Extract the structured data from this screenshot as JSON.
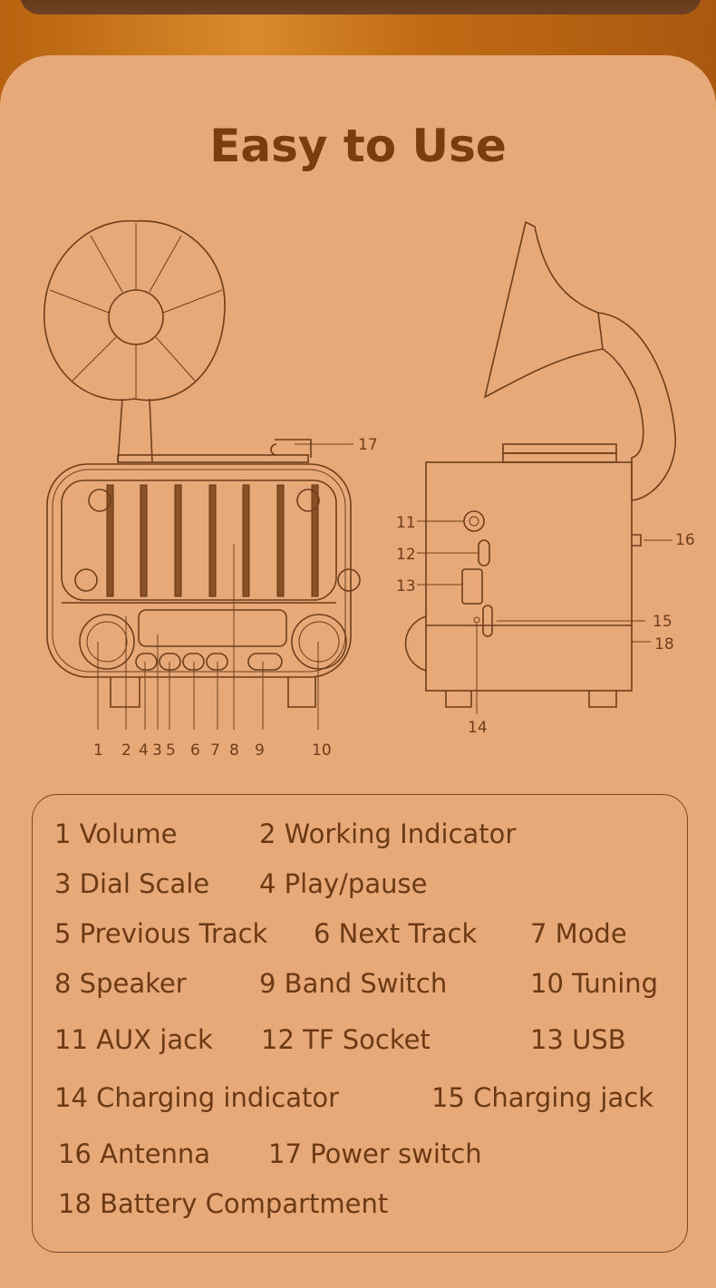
{
  "title": "Easy to Use",
  "callouts": {
    "c1": "1",
    "c2": "2",
    "c4": "4",
    "c3": "3",
    "c5": "5",
    "c6": "6",
    "c7": "7",
    "c8": "8",
    "c9": "9",
    "c10": "10",
    "c11": "11",
    "c12": "12",
    "c13": "13",
    "c14": "14",
    "c15": "15",
    "c16": "16",
    "c17": "17",
    "c18": "18"
  },
  "legend": [
    "1 Volume",
    "2 Working Indicator",
    "3 Dial Scale",
    "4 Play/pause",
    "5 Previous Track",
    "6 Next Track",
    "7 Mode",
    "8 Speaker",
    "9 Band Switch",
    "10 Tuning",
    "11 AUX jack",
    "12 TF Socket",
    "13 USB",
    "14 Charging indicator",
    "15 Charging jack",
    "16 Antenna",
    "17 Power switch",
    "18 Battery Compartment"
  ]
}
